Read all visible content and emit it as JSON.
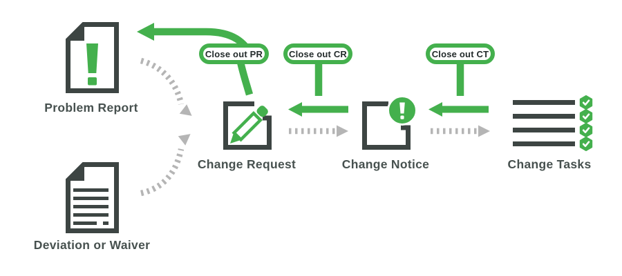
{
  "diagram": {
    "type": "process-flow",
    "background": "#ffffff"
  },
  "colors": {
    "accent_green": "#44b04d",
    "dark_charcoal": "#3d4543",
    "connector_gray": "#b5b5b5",
    "pill_text": "#232b2b",
    "label_text": "#47514f"
  },
  "nodes": [
    {
      "id": "problem-report",
      "label": "Problem Report",
      "icon": "document-exclamation-icon"
    },
    {
      "id": "deviation-waiver",
      "label": "Deviation or Waiver",
      "icon": "document-text-icon"
    },
    {
      "id": "change-request",
      "label": "Change Request",
      "icon": "edit-pencil-square-icon"
    },
    {
      "id": "change-notice",
      "label": "Change Notice",
      "icon": "alert-circle-square-icon"
    },
    {
      "id": "change-tasks",
      "label": "Change Tasks",
      "icon": "checklist-icon"
    }
  ],
  "callouts": [
    {
      "label": "Close out PR",
      "attached_to": "change-request",
      "arrow_points_to": "problem-report"
    },
    {
      "label": "Close out CR",
      "attached_to": "change-request",
      "arrow_points_to": "change-request"
    },
    {
      "label": "Close out CT",
      "attached_to": "change-notice",
      "arrow_points_to": "change-notice"
    }
  ],
  "flows": [
    {
      "from": "problem-report",
      "to": "change-request",
      "style": "dashed-gray-curve"
    },
    {
      "from": "deviation-waiver",
      "to": "change-request",
      "style": "dashed-gray-curve"
    },
    {
      "from": "change-request",
      "to": "change-notice",
      "style": "dashed-gray-straight"
    },
    {
      "from": "change-notice",
      "to": "change-request",
      "style": "solid-green-arrow"
    },
    {
      "from": "change-notice",
      "to": "change-tasks",
      "style": "dashed-gray-straight"
    },
    {
      "from": "change-tasks",
      "to": "change-notice",
      "style": "solid-green-arrow"
    },
    {
      "from": "change-request",
      "to": "problem-report",
      "style": "solid-green-curved-arrow"
    }
  ]
}
